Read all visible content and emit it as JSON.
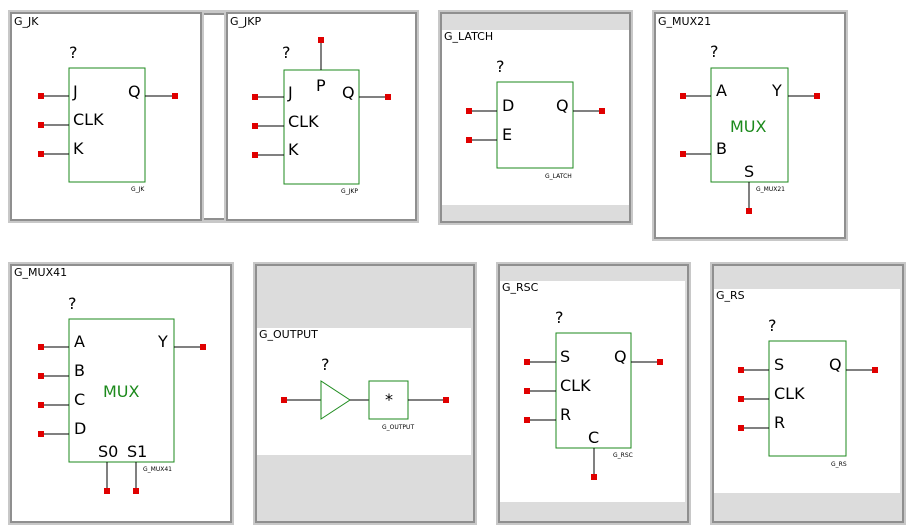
{
  "panels": [
    {
      "title": "G_JK",
      "pins": [
        "J",
        "CLK",
        "K"
      ],
      "output": "Q",
      "footer": "G_JK",
      "placeholder": "?"
    },
    {
      "title": "G_JKP",
      "pins": [
        "J",
        "CLK",
        "K"
      ],
      "top_pin": "P",
      "output": "Q",
      "footer": "G_JKP",
      "placeholder": "?"
    },
    {
      "title": "G_LATCH",
      "pins": [
        "D",
        "E"
      ],
      "output": "Q",
      "footer": "G_LATCH",
      "placeholder": "?"
    },
    {
      "title": "G_MUX21",
      "pins": [
        "A",
        "B"
      ],
      "bottom_pins": [
        "S"
      ],
      "output": "Y",
      "center": "MUX",
      "footer": "G_MUX21",
      "placeholder": "?"
    },
    {
      "title": "G_MUX41",
      "pins": [
        "A",
        "B",
        "C",
        "D"
      ],
      "bottom_pins": [
        "S0",
        "S1"
      ],
      "output": "Y",
      "center": "MUX",
      "footer": "G_MUX41",
      "placeholder": "?"
    },
    {
      "title": "G_OUTPUT",
      "box_label": "*",
      "footer": "G_OUTPUT",
      "placeholder": "?"
    },
    {
      "title": "G_RSC",
      "pins": [
        "S",
        "CLK",
        "R"
      ],
      "bottom_pins": [
        "C"
      ],
      "output": "Q",
      "footer": "G_RSC",
      "placeholder": "?"
    },
    {
      "title": "G_RS",
      "pins": [
        "S",
        "CLK",
        "R"
      ],
      "output": "Q",
      "footer": "G_RS",
      "placeholder": "?"
    }
  ]
}
